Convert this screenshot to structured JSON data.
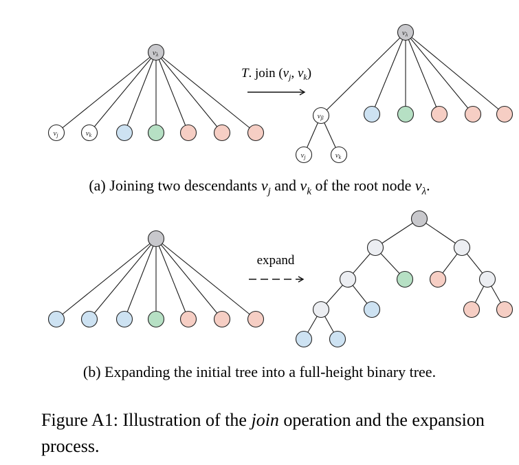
{
  "colors": {
    "root": "#c8c8cc",
    "blue": "#cde2f2",
    "green": "#b6e0c4",
    "pink": "#f6cec4",
    "inner": "#eceef2",
    "white": "#ffffff"
  },
  "panel_a": {
    "left_tree": {
      "root_label": "v",
      "root_sub": "λ",
      "leaves": [
        {
          "label": "v",
          "sub": "j",
          "color": "white"
        },
        {
          "label": "v",
          "sub": "k",
          "color": "white"
        },
        {
          "color": "blue"
        },
        {
          "color": "green"
        },
        {
          "color": "pink"
        },
        {
          "color": "pink"
        },
        {
          "color": "pink"
        }
      ]
    },
    "operation": {
      "prefix": "T",
      "func": ". join (",
      "arg1": "v",
      "arg1_sub": "j",
      "sep": ", ",
      "arg2": "v",
      "arg2_sub": "k",
      "close": ")"
    },
    "right_tree": {
      "root_label": "v",
      "root_sub": "λ",
      "new_node_label": "v",
      "new_node_sub": "β",
      "new_children": [
        {
          "label": "v",
          "sub": "j"
        },
        {
          "label": "v",
          "sub": "k"
        }
      ],
      "remaining": [
        "blue",
        "green",
        "pink",
        "pink",
        "pink"
      ]
    },
    "caption": {
      "prefix": "(a) Joining two descendants ",
      "v1": "v",
      "v1_sub": "j",
      "mid": " and ",
      "v2": "v",
      "v2_sub": "k",
      "suffix": " of the root node ",
      "v3": "v",
      "v3_sub": "λ",
      "end": "."
    }
  },
  "panel_b": {
    "left_leaves": [
      "blue",
      "blue",
      "blue",
      "green",
      "pink",
      "pink",
      "pink"
    ],
    "arrow_label": "expand",
    "caption": "(b) Expanding the initial tree into a full-height binary tree."
  },
  "figure_caption": {
    "prefix": "Figure A1: Illustration of the ",
    "emph": "join",
    "suffix": " operation and the expansion process."
  }
}
